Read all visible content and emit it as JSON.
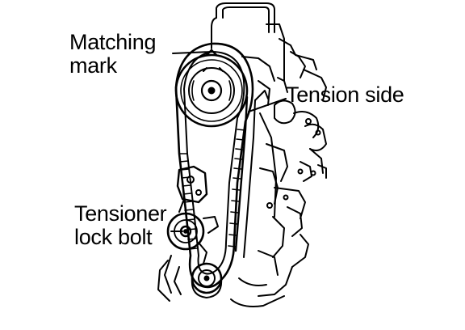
{
  "labels": {
    "matching_mark": [
      "Matching",
      "mark"
    ],
    "tension_side": "Tension side",
    "tensioner_lock_bolt": [
      "Tensioner",
      "lock bolt"
    ]
  },
  "colors": {
    "ink": "#000000",
    "paper": "#ffffff"
  }
}
